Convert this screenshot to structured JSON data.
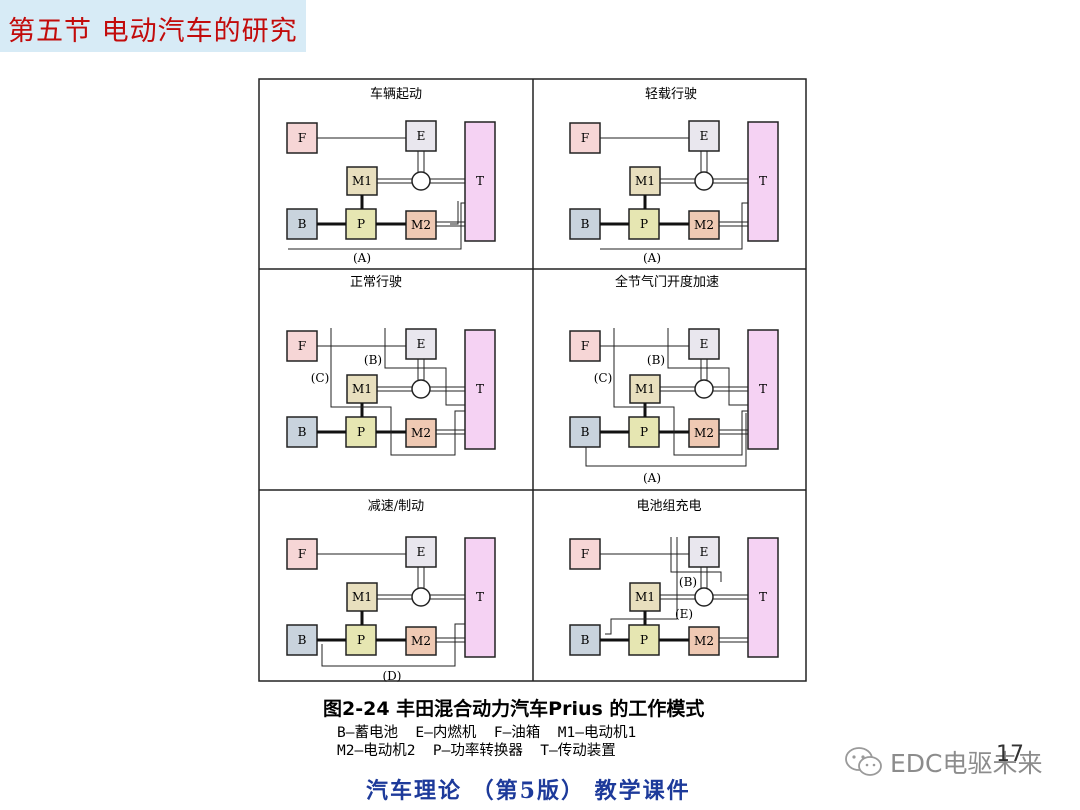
{
  "header": {
    "title": "第五节  电动汽车的研究"
  },
  "panels": [
    {
      "title": "车辆起动",
      "mode_label": "(A)"
    },
    {
      "title": "轻载行驶",
      "mode_label": "(A)"
    },
    {
      "title": "正常行驶",
      "label_b": "(B)",
      "label_c": "(C)"
    },
    {
      "title": "全节气门开度加速",
      "label_b": "(B)",
      "label_c": "(C)",
      "mode_label": "(A)"
    },
    {
      "title": "减速/制动",
      "mode_label": "(D)"
    },
    {
      "title": "电池组充电",
      "label_b": "(B)",
      "label_e": "(E)"
    }
  ],
  "components": {
    "F": "F",
    "E": "E",
    "M1": "M1",
    "M2": "M2",
    "B": "B",
    "P": "P",
    "T": "T"
  },
  "caption": "图2-24   丰田混合动力汽车Prius 的工作模式",
  "legend": {
    "line1": "B—蓄电池  E—内燃机  F—油箱  M1—电动机1",
    "line2": "M2—电动机2  P—功率转换器  T—传动装置"
  },
  "footer": "汽车理论 （第5版） 教学课件",
  "page_number": "17",
  "watermark": "EDC电驱未来",
  "colors": {
    "title_bg": "#d7ebf6",
    "title_text": "#c20b0b",
    "box_F": "#f6d6d6",
    "box_E": "#e9e7ee",
    "box_M1": "#e8dfbe",
    "box_P": "#e6e6b2",
    "box_M2": "#efc9b3",
    "box_B": "#c9d3dd",
    "box_T": "#f5d2f3",
    "footer": "#1d3a9a"
  }
}
